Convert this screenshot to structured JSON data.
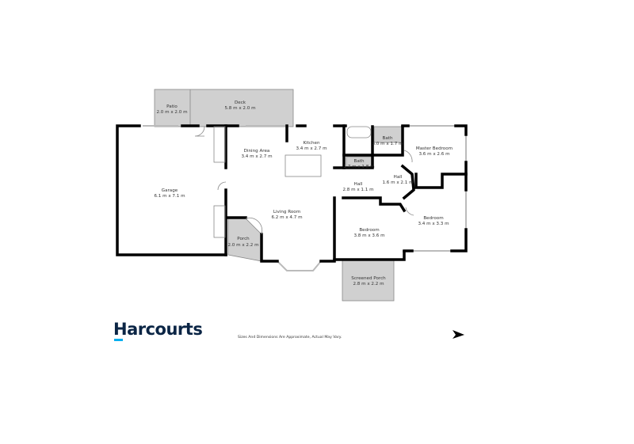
{
  "brand": {
    "name": "Harcourts",
    "accent_color": "#00aeef",
    "text_color": "#0b2545"
  },
  "disclaimer": "Sizes And Dimensions Are Approximate, Actual May Vary.",
  "compass": {
    "icon": "north-arrow-icon"
  },
  "rooms": [
    {
      "name": "Patio",
      "size": "2.0 m x 2.0 m"
    },
    {
      "name": "Deck",
      "size": "5.8 m x 2.0 m"
    },
    {
      "name": "Garage",
      "size": "6.1 m x 7.1 m"
    },
    {
      "name": "Dining Area",
      "size": "3.4 m x 2.7 m"
    },
    {
      "name": "Kitchen",
      "size": "3.4 m x 2.7 m"
    },
    {
      "name": "Bath",
      "size": "3.0 m x 1.7 m"
    },
    {
      "name": "Bath",
      "size": "1.7 m x 1.8 m"
    },
    {
      "name": "Hall",
      "size": "2.8 m x 1.1 m"
    },
    {
      "name": "Hall",
      "size": "1.6 m x 2.1 m"
    },
    {
      "name": "Master Bedroom",
      "size": "3.6 m x 2.6 m"
    },
    {
      "name": "Bedroom",
      "size": "3.4 m x 3.3 m"
    },
    {
      "name": "Living Room",
      "size": "6.2 m x 4.7 m"
    },
    {
      "name": "Porch",
      "size": "2.0 m x 2.2 m"
    },
    {
      "name": "Bedroom",
      "size": "3.8 m x 3.6 m"
    },
    {
      "name": "Screened Porch",
      "size": "2.8 m x 2.2 m"
    }
  ]
}
